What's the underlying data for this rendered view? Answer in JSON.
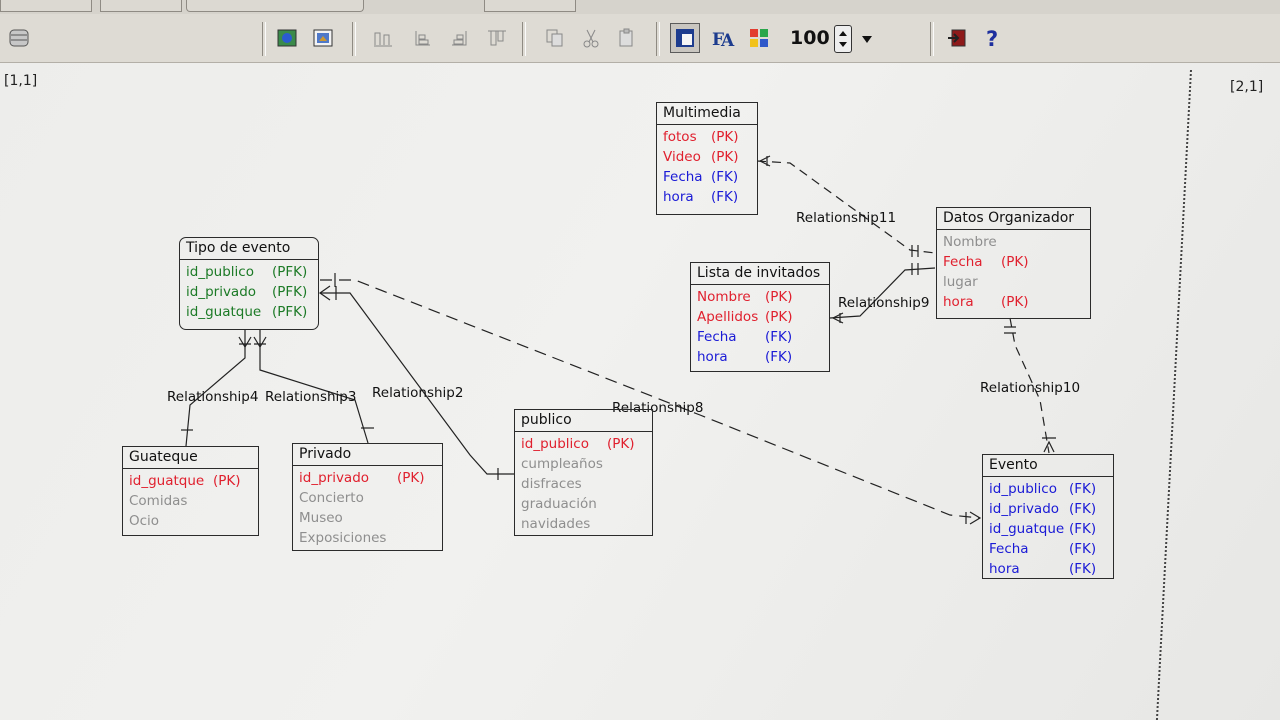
{
  "toolbar": {
    "zoom": "100",
    "buttons": [
      "layout-icon",
      "model-icon",
      "align-1-icon",
      "align-2-icon",
      "align-3-icon",
      "align-4-icon",
      "copy-icon",
      "cut-icon",
      "paste-icon",
      "view-icon",
      "font-icon",
      "color-icon",
      "exit-icon",
      "help-icon"
    ]
  },
  "canvas": {
    "page_labels": [
      "[1,1]",
      "[2,1]"
    ]
  },
  "entities": {
    "multimedia": {
      "title": "Multimedia",
      "attrs": [
        {
          "name": "fotos",
          "key": "(PK)",
          "type": "pk"
        },
        {
          "name": "Video",
          "key": "(PK)",
          "type": "pk"
        },
        {
          "name": "Fecha",
          "key": "(FK)",
          "type": "fk"
        },
        {
          "name": "hora",
          "key": "(FK)",
          "type": "fk"
        }
      ]
    },
    "datos_organizador": {
      "title": "Datos Organizador",
      "attrs": [
        {
          "name": "Nombre",
          "key": "",
          "type": "plain"
        },
        {
          "name": "Fecha",
          "key": "(PK)",
          "type": "pk"
        },
        {
          "name": "lugar",
          "key": "",
          "type": "plain"
        },
        {
          "name": "hora",
          "key": "(PK)",
          "type": "pk"
        }
      ]
    },
    "tipo_evento": {
      "title": "Tipo de evento",
      "attrs": [
        {
          "name": "id_publico",
          "key": "(PFK)",
          "type": "pfk"
        },
        {
          "name": "id_privado",
          "key": "(PFK)",
          "type": "pfk"
        },
        {
          "name": "id_guatque",
          "key": "(PFK)",
          "type": "pfk"
        }
      ]
    },
    "lista_invitados": {
      "title": "Lista de invitados",
      "attrs": [
        {
          "name": "Nombre",
          "key": "(PK)",
          "type": "pk"
        },
        {
          "name": "Apellidos",
          "key": "(PK)",
          "type": "pk"
        },
        {
          "name": "Fecha",
          "key": "(FK)",
          "type": "fk"
        },
        {
          "name": "hora",
          "key": "(FK)",
          "type": "fk"
        }
      ]
    },
    "guateque": {
      "title": "Guateque",
      "attrs": [
        {
          "name": "id_guatque",
          "key": "(PK)",
          "type": "pk"
        },
        {
          "name": "Comidas",
          "key": "",
          "type": "plain"
        },
        {
          "name": "Ocio",
          "key": "",
          "type": "plain"
        }
      ]
    },
    "privado": {
      "title": "Privado",
      "attrs": [
        {
          "name": "id_privado",
          "key": "(PK)",
          "type": "pk"
        },
        {
          "name": "Concierto",
          "key": "",
          "type": "plain"
        },
        {
          "name": "Museo",
          "key": "",
          "type": "plain"
        },
        {
          "name": "Exposiciones",
          "key": "",
          "type": "plain"
        }
      ]
    },
    "publico": {
      "title": "publico",
      "attrs": [
        {
          "name": "id_publico",
          "key": "(PK)",
          "type": "pk"
        },
        {
          "name": "cumpleaños",
          "key": "",
          "type": "plain"
        },
        {
          "name": "disfraces",
          "key": "",
          "type": "plain"
        },
        {
          "name": "graduación",
          "key": "",
          "type": "plain"
        },
        {
          "name": "navidades",
          "key": "",
          "type": "plain"
        }
      ]
    },
    "evento": {
      "title": "Evento",
      "attrs": [
        {
          "name": "id_publico",
          "key": "(FK)",
          "type": "fk"
        },
        {
          "name": "id_privado",
          "key": "(FK)",
          "type": "fk"
        },
        {
          "name": "id_guatque",
          "key": "(FK)",
          "type": "fk"
        },
        {
          "name": "Fecha",
          "key": "(FK)",
          "type": "fk"
        },
        {
          "name": "hora",
          "key": "(FK)",
          "type": "fk"
        }
      ]
    }
  },
  "relationships": {
    "r11": "Relationship11",
    "r9": "Relationship9",
    "r10": "Relationship10",
    "r8": "Relationship8",
    "r2": "Relationship2",
    "r4": "Relationship4",
    "r3": "Relationship3"
  },
  "colors": {
    "pk": "#e0202e",
    "fk": "#1a1ad6",
    "pfk": "#1c7a26",
    "plain": "#8e8e8e"
  }
}
